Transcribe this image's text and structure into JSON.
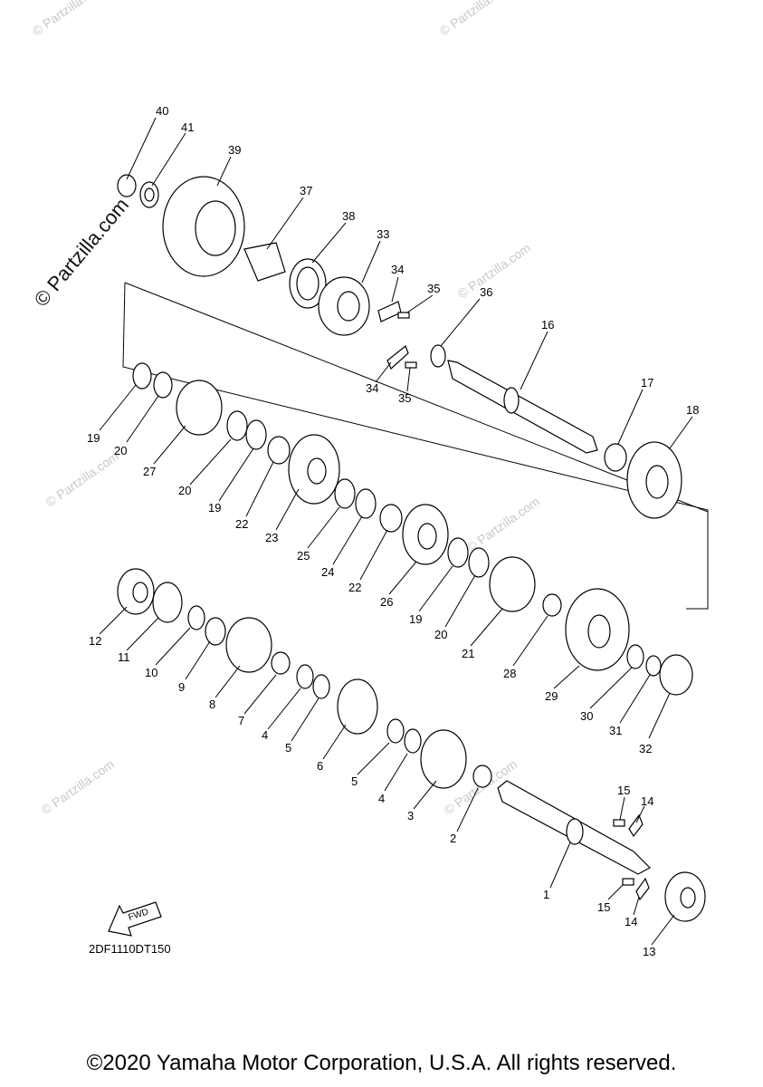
{
  "watermark": {
    "big": "© Partzilla.com",
    "small": "© Partzilla.com"
  },
  "diagram_code": "2DF1110DT150",
  "fwd_label": "FWD",
  "copyright": "©2020 Yamaha Motor Corporation, U.S.A. All rights reserved.",
  "callouts": [
    "40",
    "41",
    "39",
    "37",
    "38",
    "33",
    "34",
    "35",
    "36",
    "16",
    "17",
    "18",
    "34",
    "35",
    "19",
    "20",
    "27",
    "20",
    "19",
    "22",
    "23",
    "25",
    "24",
    "22",
    "26",
    "19",
    "20",
    "21",
    "28",
    "29",
    "30",
    "31",
    "32",
    "12",
    "11",
    "10",
    "9",
    "8",
    "7",
    "4",
    "5",
    "6",
    "5",
    "4",
    "3",
    "2",
    "1",
    "15",
    "14",
    "15",
    "14",
    "13"
  ]
}
